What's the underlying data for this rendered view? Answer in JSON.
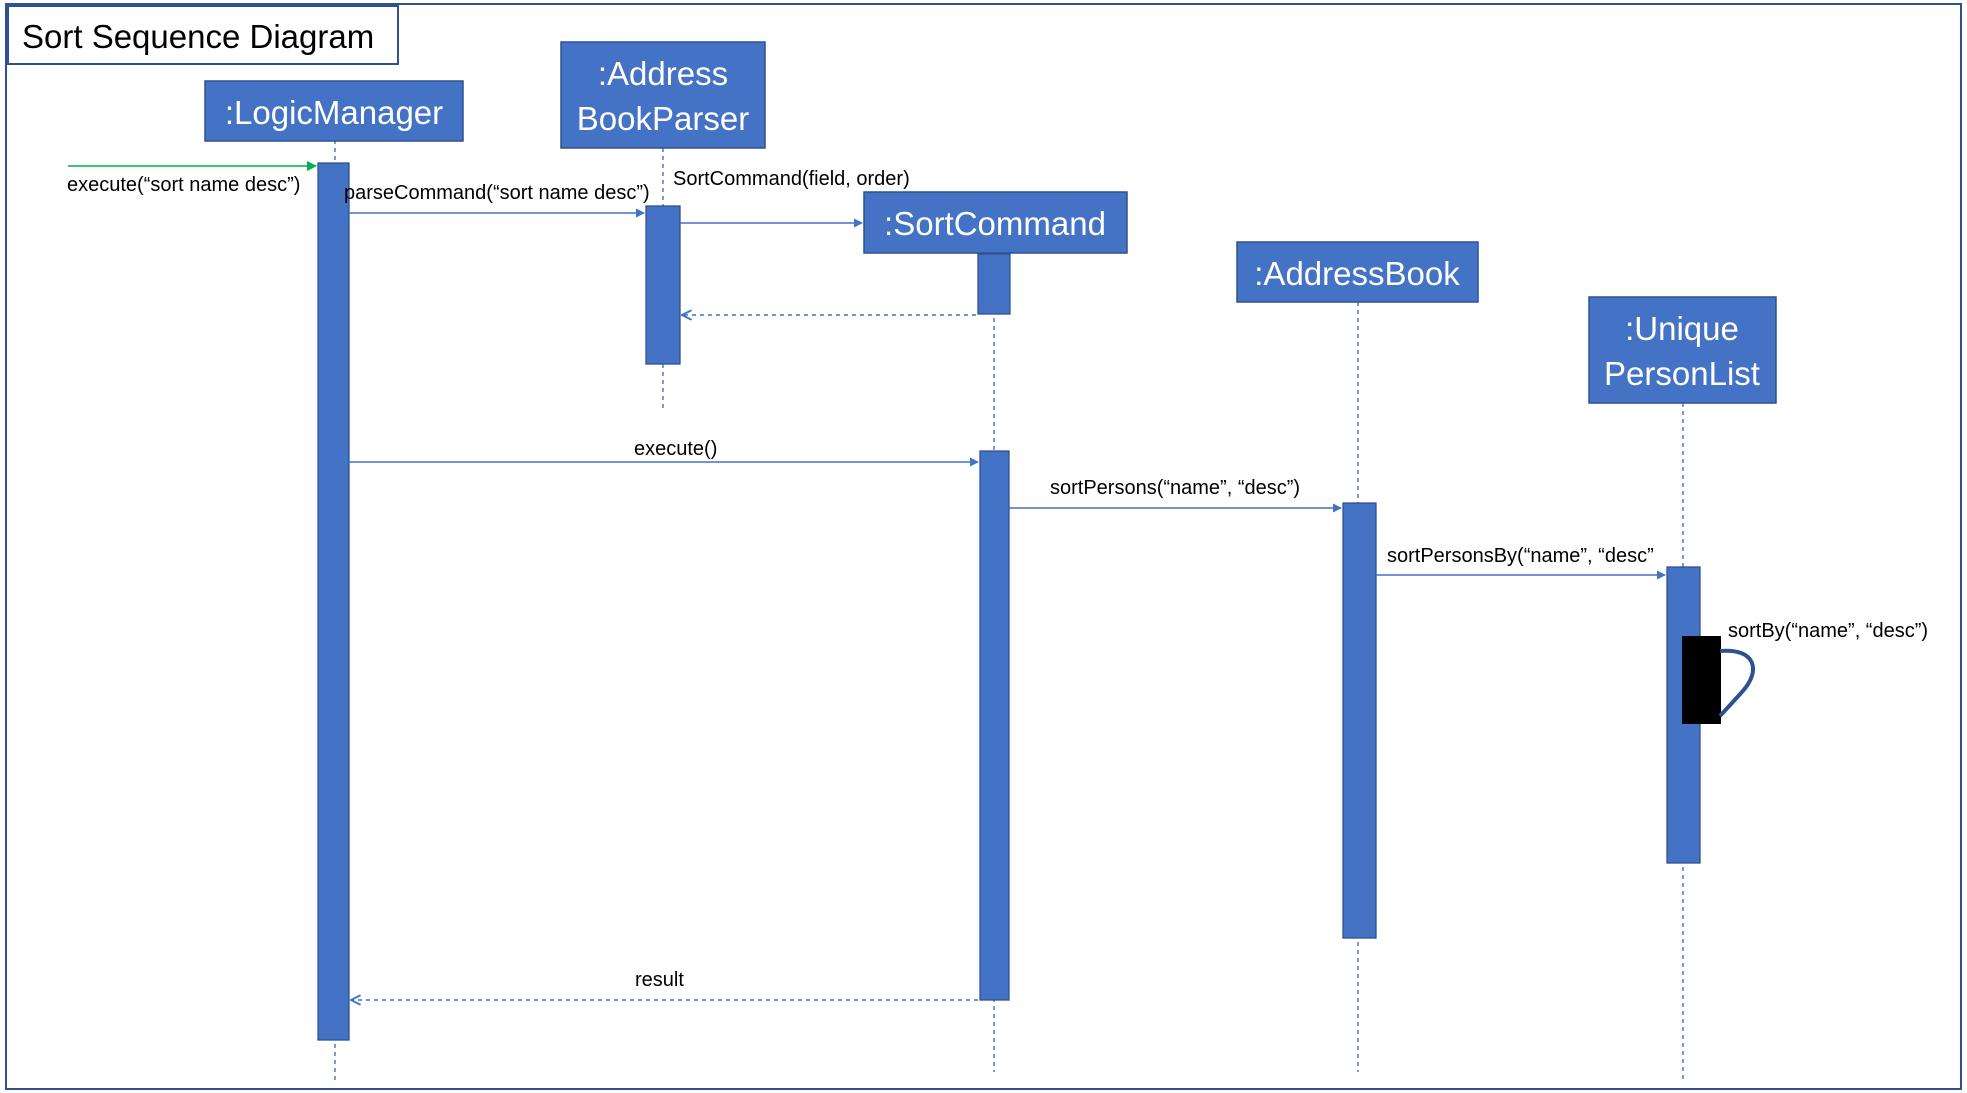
{
  "title": "Sort Sequence Diagram",
  "colors": {
    "participant_fill": "#4472C4",
    "participant_border": "#2F528F",
    "participant_text": "#FFFFFF",
    "frame_border": "#2F528F",
    "entry_arrow": "#00B050",
    "self_call_block": "#000000"
  },
  "participants": [
    {
      "id": "logic",
      "lines": [
        ":LogicManager"
      ]
    },
    {
      "id": "parser",
      "lines": [
        ":Address",
        "BookParser"
      ]
    },
    {
      "id": "sortcmd",
      "lines": [
        ":SortCommand"
      ]
    },
    {
      "id": "addressbook",
      "lines": [
        ":AddressBook"
      ]
    },
    {
      "id": "uniquelist",
      "lines": [
        ":Unique",
        "PersonList"
      ]
    }
  ],
  "messages": [
    {
      "id": "m1",
      "from": "external",
      "to": "logic",
      "type": "call",
      "label": "execute(“sort name desc”)"
    },
    {
      "id": "m2",
      "from": "logic",
      "to": "parser",
      "type": "call",
      "label": "parseCommand(“sort name desc”)"
    },
    {
      "id": "m3",
      "from": "parser",
      "to": "sortcmd",
      "type": "create",
      "label": "SortCommand(field, order)"
    },
    {
      "id": "m4",
      "from": "sortcmd",
      "to": "parser",
      "type": "return",
      "label": ""
    },
    {
      "id": "m5",
      "from": "logic",
      "to": "sortcmd",
      "type": "call",
      "label": "execute()"
    },
    {
      "id": "m6",
      "from": "sortcmd",
      "to": "addressbook",
      "type": "call",
      "label": "sortPersons(“name”, “desc”)"
    },
    {
      "id": "m7",
      "from": "addressbook",
      "to": "uniquelist",
      "type": "call",
      "label": "sortPersonsBy(“name”, “desc”"
    },
    {
      "id": "m8",
      "from": "uniquelist",
      "to": "uniquelist",
      "type": "self",
      "label": "sortBy(“name”, “desc”)"
    },
    {
      "id": "m9",
      "from": "sortcmd",
      "to": "logic",
      "type": "return",
      "label": "result"
    }
  ]
}
